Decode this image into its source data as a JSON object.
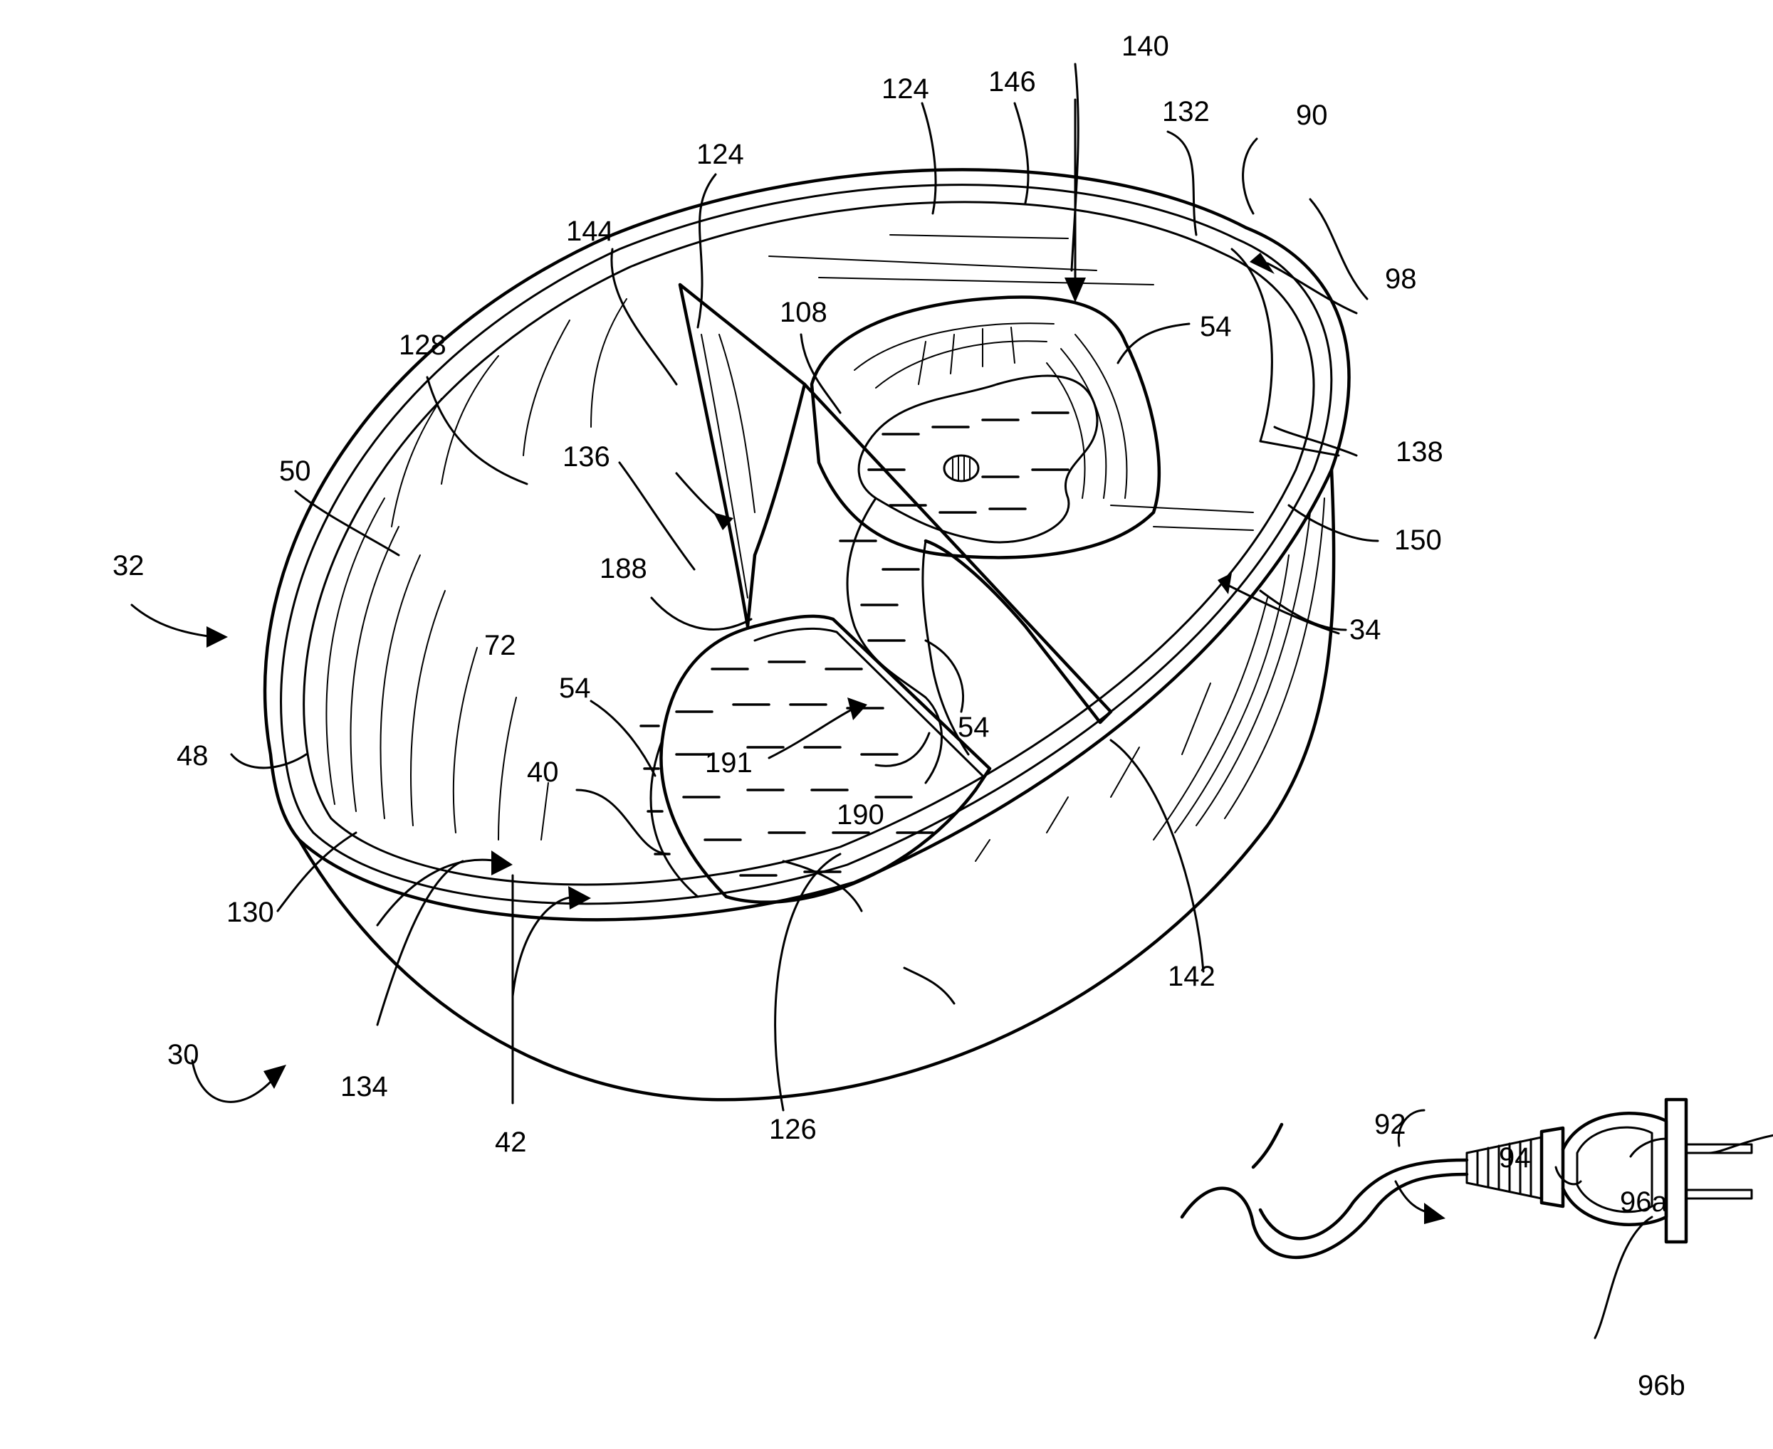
{
  "figure": {
    "reference_labels": [
      "140",
      "124",
      "146",
      "132",
      "90",
      "124",
      "98",
      "144",
      "108",
      "54",
      "128",
      "138",
      "50",
      "136",
      "150",
      "32",
      "188",
      "34",
      "72",
      "54",
      "54",
      "191",
      "48",
      "40",
      "190",
      "130",
      "142",
      "134",
      "42",
      "30",
      "126",
      "92",
      "94",
      "96a",
      "96b"
    ]
  }
}
